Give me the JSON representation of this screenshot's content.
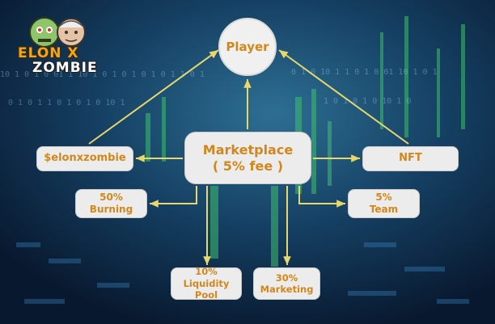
{
  "logo": {
    "line1": "ELON X",
    "line2": "ZOMBIE"
  },
  "nodes": {
    "player": {
      "label": "Player"
    },
    "marketplace": {
      "line1": "Marketplace",
      "line2": "( 5% fee )"
    },
    "token": {
      "label": "$elonxzombie"
    },
    "nft": {
      "label": "NFT"
    },
    "burning": {
      "pct": "50%",
      "label": "Burning"
    },
    "team": {
      "pct": "5%",
      "label": "Team"
    },
    "liquidity": {
      "pct": "10%",
      "label": "Liquidity Pool"
    },
    "marketing": {
      "pct": "30%",
      "label": "Marketing"
    }
  },
  "colors": {
    "box_text": "#d2871c",
    "arrow": "#e8d76a",
    "background": "#0a1f3a",
    "accent_green": "#4fd07a"
  }
}
